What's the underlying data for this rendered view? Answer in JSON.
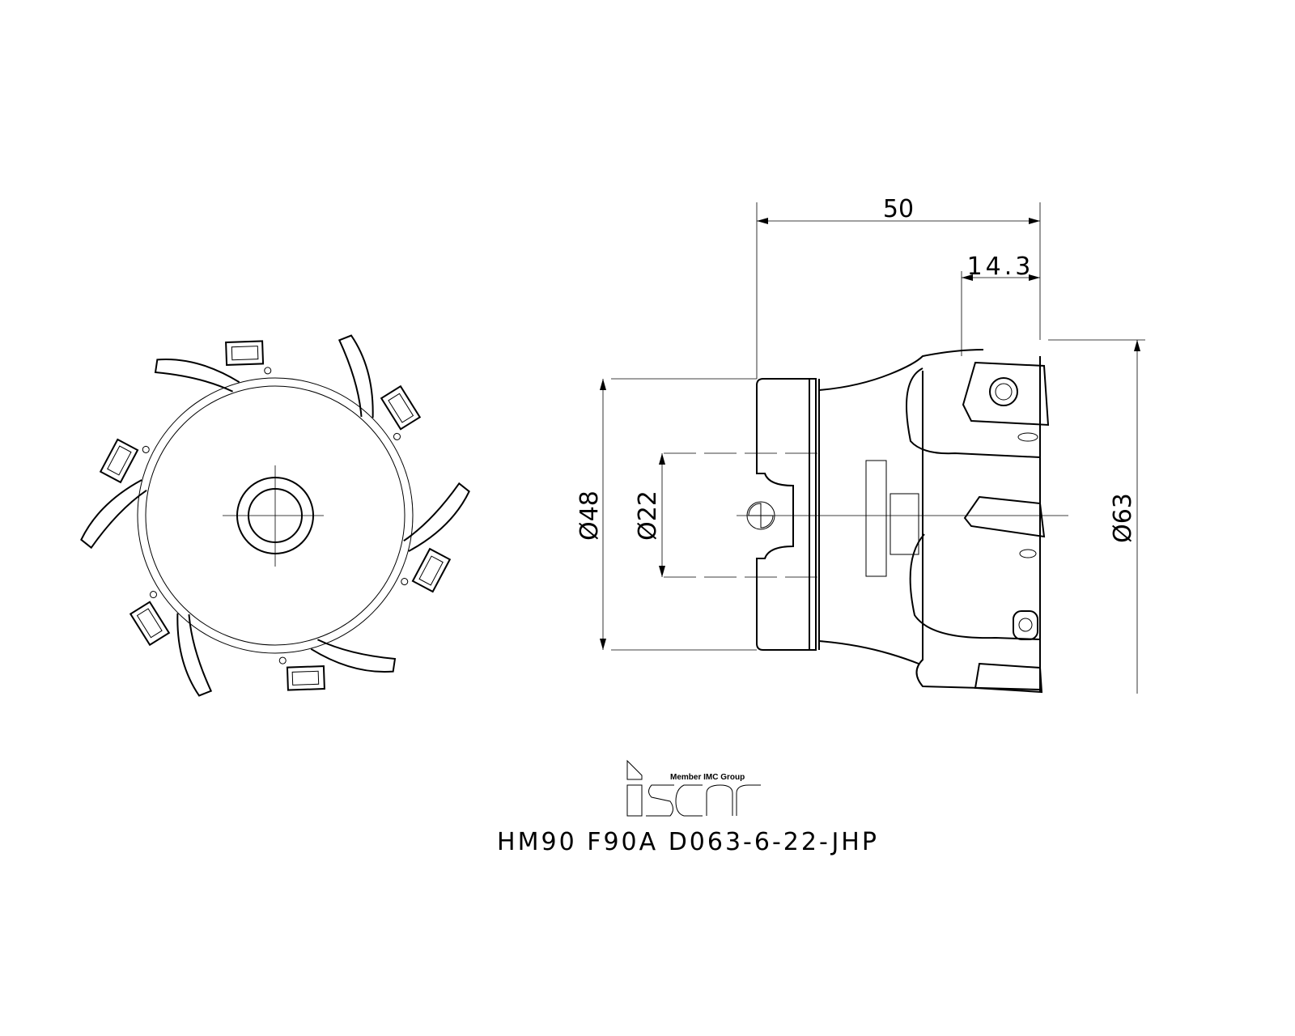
{
  "drawing": {
    "part_number": "HM90 F90A D063-6-22-JHP",
    "dimensions": {
      "overall_length": "50",
      "insert_length": "14.3",
      "flange_diameter": "Ø48",
      "bore_diameter": "Ø22",
      "cutting_diameter": "Ø63"
    },
    "logo": {
      "brand": "iscar",
      "tagline": "Member IMC Group"
    },
    "colors": {
      "line": "#000000",
      "background": "#ffffff"
    }
  }
}
